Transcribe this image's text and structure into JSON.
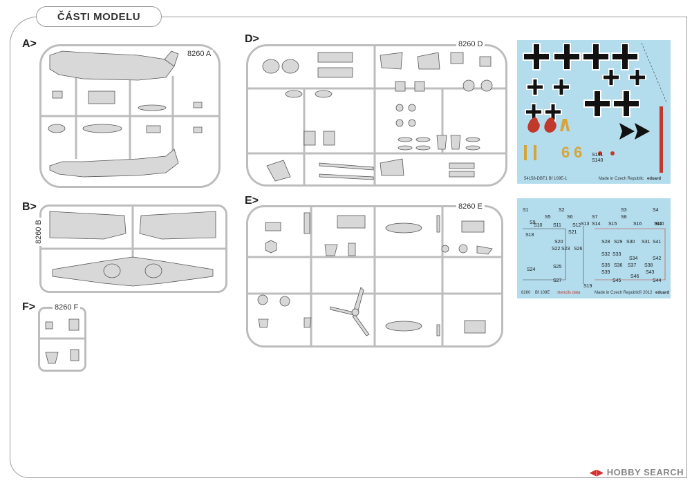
{
  "title": "ČÁSTI MODELU",
  "sections": {
    "a": {
      "label": "A>",
      "code": "8260 A"
    },
    "b": {
      "label": "B>",
      "code": "8260 B"
    },
    "d": {
      "label": "D>",
      "code": "8260 D"
    },
    "e": {
      "label": "E>",
      "code": "8260 E"
    },
    "f": {
      "label": "F>",
      "code": "8260 F"
    }
  },
  "decal_main": {
    "number_6a": "6",
    "number_6b": "6",
    "footer_left": "54158-DBT1 Bf 109E-1",
    "footer_mid": "Made in Czech Republic",
    "footer_right": "eduard",
    "stencil_s141": "S141",
    "stencil_s140": "S140"
  },
  "decal_stencils": {
    "labels": [
      "S1",
      "S2",
      "S3",
      "S4",
      "S5",
      "S6",
      "S7",
      "S8",
      "S9",
      "S10",
      "S11",
      "S12",
      "S13",
      "S14",
      "S15",
      "S16",
      "S17",
      "S18",
      "S19",
      "S20",
      "S21",
      "S22",
      "S23",
      "S24",
      "S25",
      "S26",
      "S27",
      "S28",
      "S29",
      "S30",
      "S31",
      "S32",
      "S33",
      "S34",
      "S35",
      "S36",
      "S37",
      "S38",
      "S39",
      "S40",
      "S41",
      "S42",
      "S43",
      "S44",
      "S45",
      "S46"
    ],
    "footer_code": "8260",
    "footer_name": "Bf 109E",
    "footer_type": "stencils data",
    "footer_made": "Made in Czech Republic",
    "footer_year": "© 2012",
    "footer_brand": "eduard"
  },
  "watermark": {
    "brand": "HOBBY SEARCH"
  },
  "colors": {
    "sprue": "#bdbdbd",
    "part": "#d8d8d8",
    "part_outline": "#555555",
    "decal_bg": "#b3dced",
    "insignia": "#111111",
    "red_stripe": "#c0392b",
    "gold": "#d6a53a"
  }
}
